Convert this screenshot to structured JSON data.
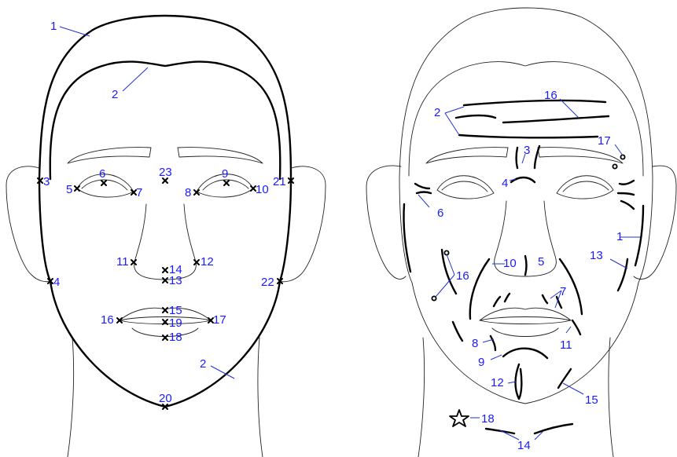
{
  "colors": {
    "label": "#1a1aff",
    "leader": "#2233cc",
    "line": "#000000",
    "background": "#ffffff"
  },
  "left_figure": {
    "labels": {
      "l1": "1",
      "l2a": "2",
      "l2b": "2",
      "l3": "3",
      "l4": "4",
      "l5": "5",
      "l6": "6",
      "l7": "7",
      "l8": "8",
      "l9": "9",
      "l10": "10",
      "l11": "11",
      "l12": "12",
      "l13": "13",
      "l14": "14",
      "l15": "15",
      "l16": "16",
      "l17": "17",
      "l18": "18",
      "l19": "19",
      "l20": "20",
      "l21": "21",
      "l22": "22",
      "l23": "23"
    }
  },
  "right_figure": {
    "labels": {
      "r1": "1",
      "r2": "2",
      "r3": "3",
      "r4": "4",
      "r5": "5",
      "r6": "6",
      "r7": "7",
      "r8": "8",
      "r9": "9",
      "r10": "10",
      "r11": "11",
      "r12": "12",
      "r13": "13",
      "r14": "14",
      "r15": "15",
      "r16a": "16",
      "r16b": "16",
      "r17": "17",
      "r18": "18"
    }
  }
}
